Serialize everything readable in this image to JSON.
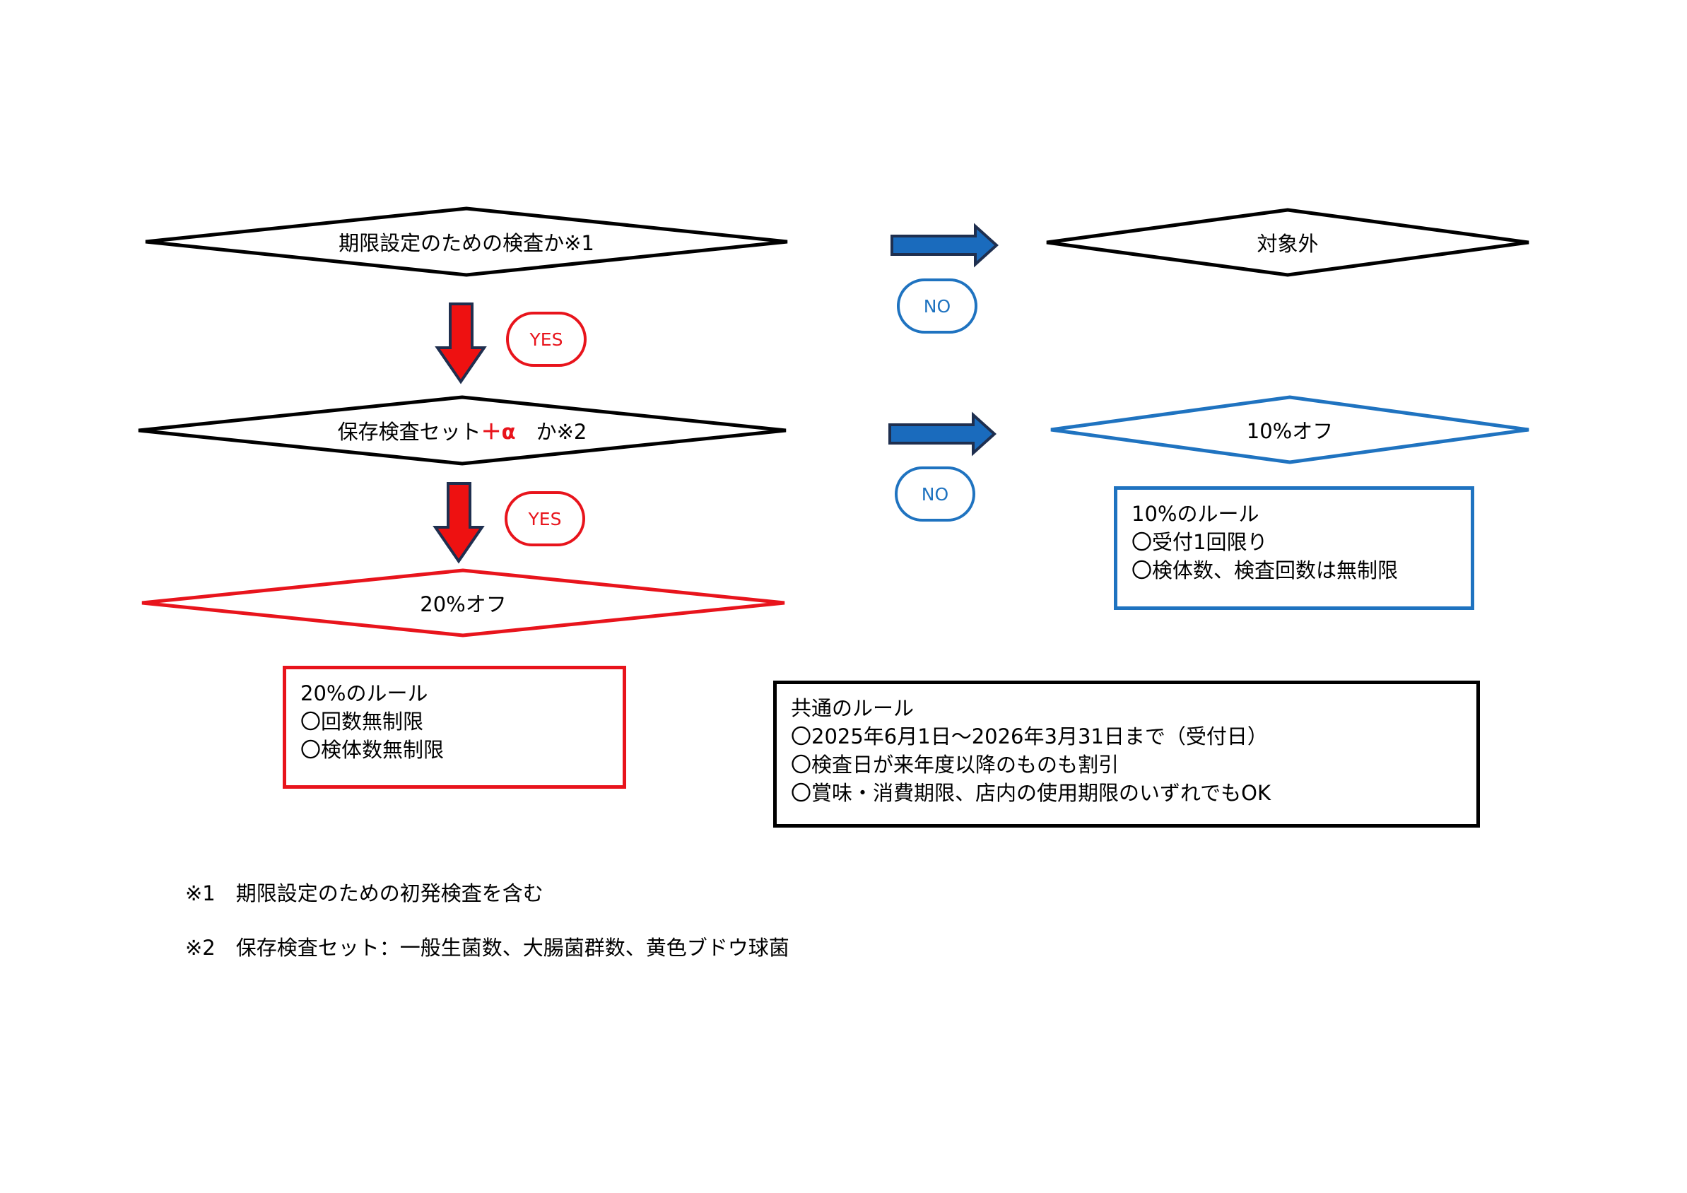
{
  "colors": {
    "black": "#000000",
    "red": "#e8141c",
    "blue": "#1f73c0",
    "arrow_blue": "#1a6bbd",
    "arrow_red": "#ee1111",
    "arrow_outline": "#1f2f4f"
  },
  "decisions": {
    "q1": "期限設定のための検査か※1",
    "q2_prefix": "保存検査セット",
    "q2_accent": "＋α",
    "q2_suffix": "　か※2",
    "result_20": "20%オフ",
    "out_of_scope": "対象外",
    "result_10": "10%オフ"
  },
  "branches": {
    "yes": "YES",
    "no": "NO"
  },
  "rules_20": {
    "title": "20%のルール",
    "items": [
      "〇回数無制限",
      "〇検体数無制限"
    ]
  },
  "rules_10": {
    "title": "10%のルール",
    "items": [
      "〇受付1回限り",
      "〇検体数、検査回数は無制限"
    ]
  },
  "rules_common": {
    "title": "共通のルール",
    "items": [
      "〇2025年6月1日～2026年3月31日まで（受付日）",
      "〇検査日が来年度以降のものも割引",
      "〇賞味・消費期限、店内の使用期限のいずれでもOK"
    ]
  },
  "footnotes": [
    "※1　期限設定のための初発検査を含む",
    "※2　保存検査セット：一般生菌数、大腸菌群数、黄色ブドウ球菌"
  ],
  "icons": {
    "down_arrow": "down-arrow-icon",
    "right_arrow": "right-arrow-icon"
  }
}
